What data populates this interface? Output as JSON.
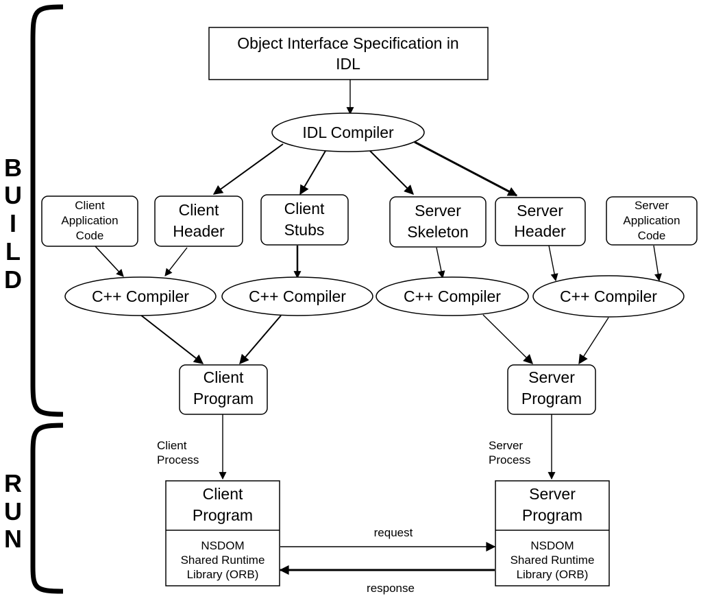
{
  "phases": {
    "build": [
      "B",
      "U",
      "I",
      "L",
      "D"
    ],
    "run": [
      "R",
      "U",
      "N"
    ]
  },
  "nodes": {
    "idl_spec": [
      "Object Interface Specification in",
      "IDL"
    ],
    "idl_compiler": [
      "IDL Compiler"
    ],
    "client_app_code": [
      "Client",
      "Application",
      "Code"
    ],
    "client_header": [
      "Client",
      "Header"
    ],
    "client_stubs": [
      "Client",
      "Stubs"
    ],
    "server_skeleton": [
      "Server",
      "Skeleton"
    ],
    "server_header": [
      "Server",
      "Header"
    ],
    "server_app_code": [
      "Server",
      "Application",
      "Code"
    ],
    "cpp_compiler_1": [
      "C++ Compiler"
    ],
    "cpp_compiler_2": [
      "C++ Compiler"
    ],
    "cpp_compiler_3": [
      "C++ Compiler"
    ],
    "cpp_compiler_4": [
      "C++ Compiler"
    ],
    "client_program_build": [
      "Client",
      "Program"
    ],
    "server_program_build": [
      "Server",
      "Program"
    ],
    "client_program_run": [
      "Client",
      "Program"
    ],
    "client_runtime": [
      "NSDOM",
      "Shared Runtime",
      "Library (ORB)"
    ],
    "server_program_run": [
      "Server",
      "Program"
    ],
    "server_runtime": [
      "NSDOM",
      "Shared Runtime",
      "Library (ORB)"
    ]
  },
  "edge_labels": {
    "client_process": [
      "Client",
      "Process"
    ],
    "server_process": [
      "Server",
      "Process"
    ],
    "request": "request",
    "response": "response"
  }
}
